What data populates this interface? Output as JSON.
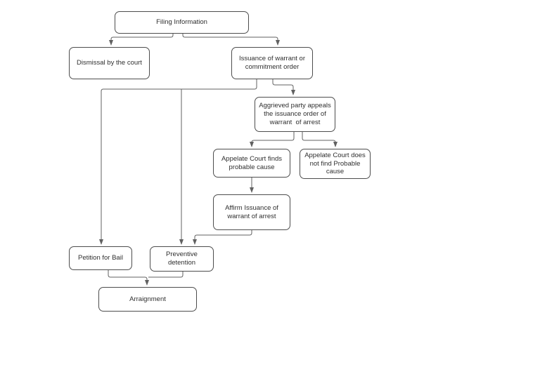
{
  "diagram": {
    "type": "flowchart",
    "colors": {
      "background": "#ffffff",
      "node_fill": "#ffffff",
      "node_border": "#4d4d4d",
      "edge": "#616161",
      "text": "#2f2f2f"
    },
    "nodes": {
      "filing": {
        "label": "Filing Information"
      },
      "dismissal": {
        "label": "Dismissal by the court"
      },
      "issuance": {
        "label": "Issuance of warrant or\ncommitment order"
      },
      "aggrieved": {
        "label": "Aggrieved party appeals\nthe issuance order of\nwarrant  of arrest"
      },
      "finds": {
        "label": "Appelate Court finds\nprobable cause"
      },
      "notfind": {
        "label": "Appelate Court does\nnot find Probable\ncause"
      },
      "affirm": {
        "label": "Affirm Issuance of\nwarrant of arrest"
      },
      "petition": {
        "label": "Petition for Bail"
      },
      "preventive": {
        "label": "Preventive\ndetention"
      },
      "arraignment": {
        "label": "Arraignment"
      }
    },
    "edges": [
      {
        "from": "filing",
        "to": "dismissal"
      },
      {
        "from": "filing",
        "to": "issuance"
      },
      {
        "from": "issuance",
        "to": "petition"
      },
      {
        "from": "issuance",
        "to": "preventive"
      },
      {
        "from": "issuance",
        "to": "aggrieved"
      },
      {
        "from": "aggrieved",
        "to": "finds"
      },
      {
        "from": "aggrieved",
        "to": "notfind"
      },
      {
        "from": "finds",
        "to": "affirm"
      },
      {
        "from": "affirm",
        "to": "preventive"
      },
      {
        "from": "petition",
        "to": "arraignment"
      },
      {
        "from": "preventive",
        "to": "arraignment"
      }
    ]
  }
}
